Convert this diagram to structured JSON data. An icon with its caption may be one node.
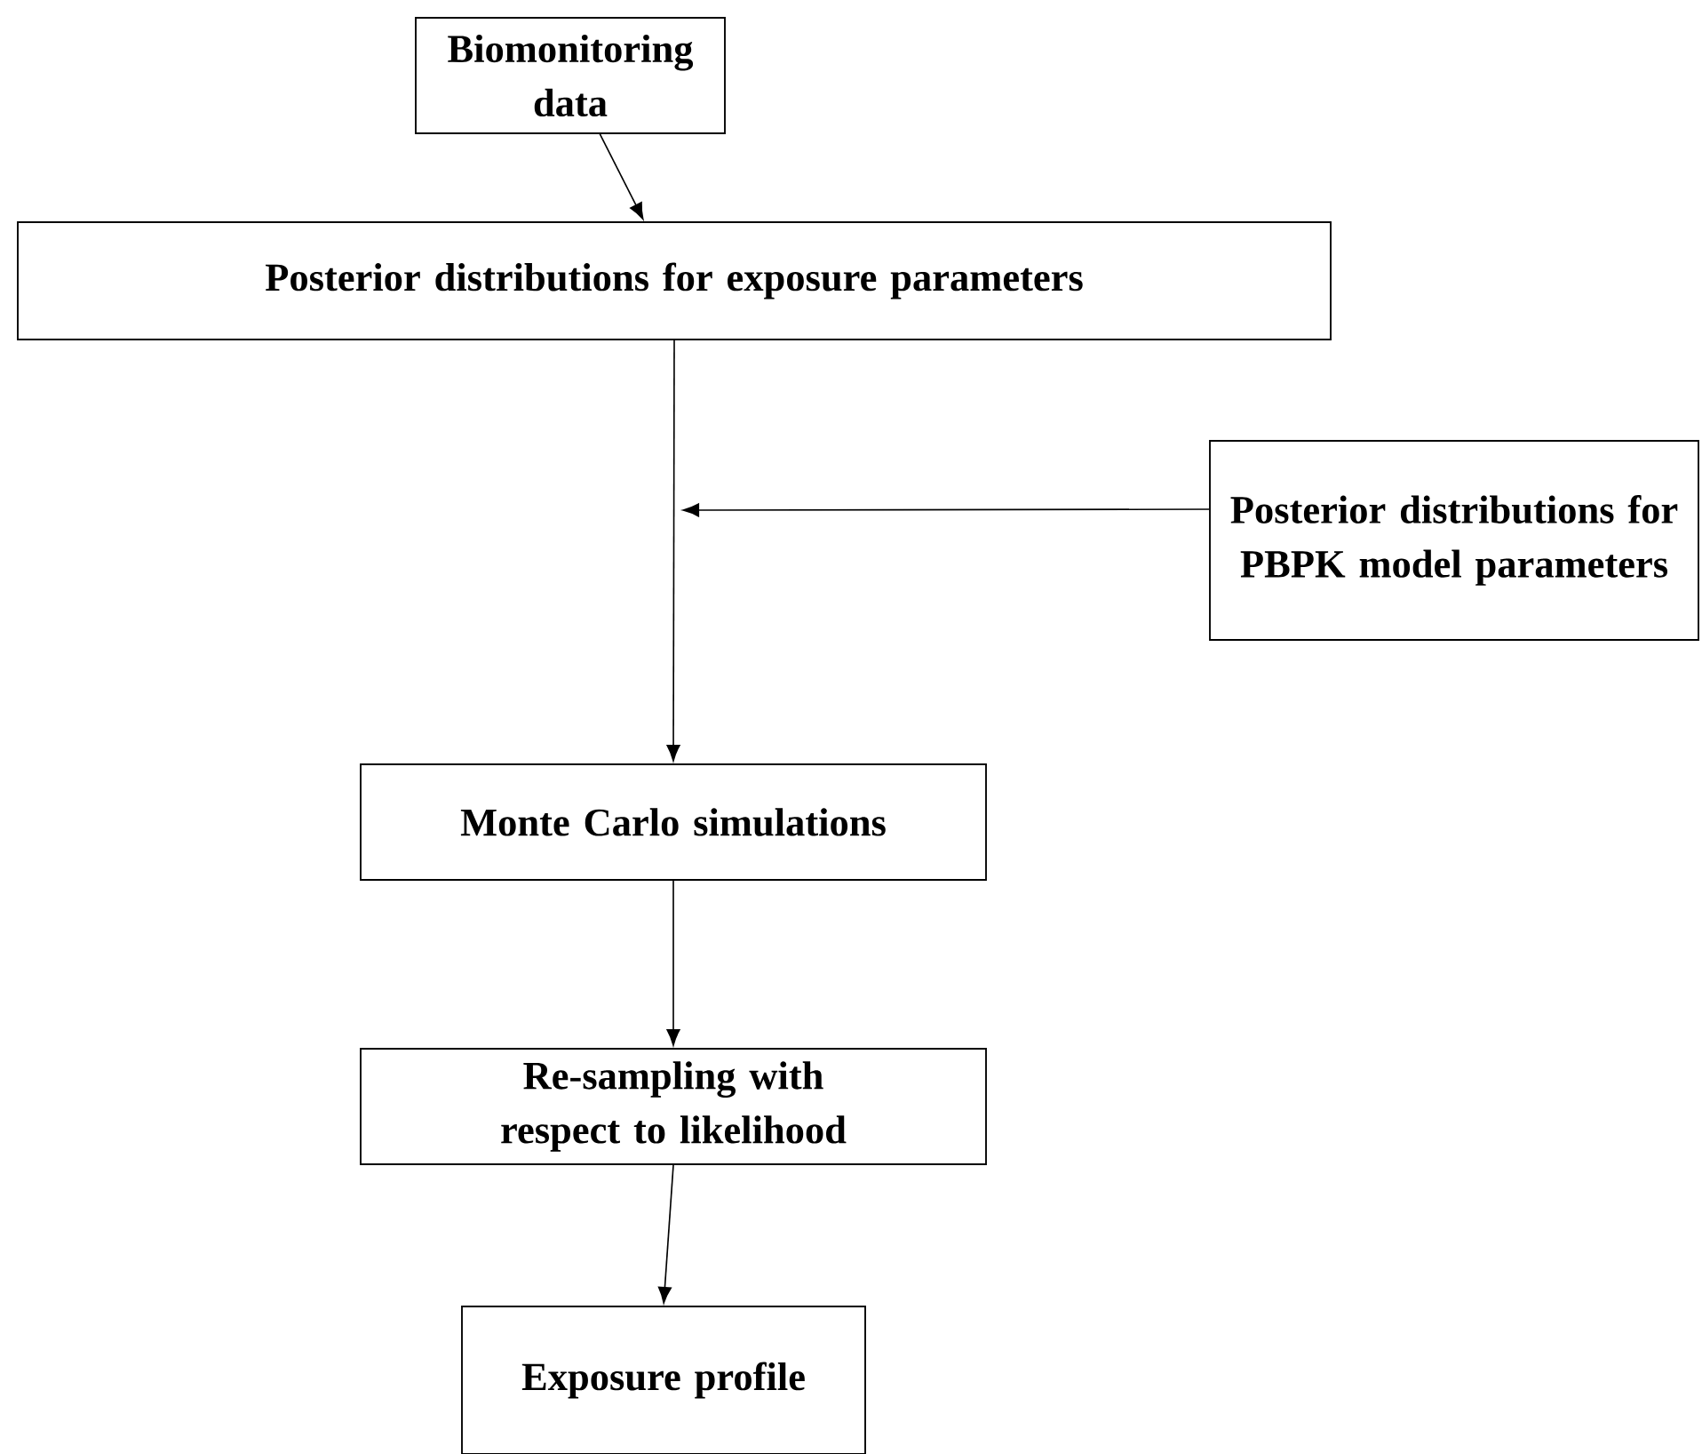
{
  "diagram": {
    "nodes": [
      {
        "text": [
          "Biomonitoring data"
        ]
      },
      {
        "text": [
          "Posterior distributions for exposure parameters"
        ]
      },
      {
        "text": [
          "Posterior distributions for PBPK model parameters"
        ]
      },
      {
        "text": [
          "Monte Carlo simulations"
        ]
      },
      {
        "text": [
          "Re-sampling with respect to likelihood"
        ]
      },
      {
        "text": [
          "Exposure profile"
        ]
      }
    ],
    "edges": [
      {
        "from": 0,
        "to": 1,
        "arrow": "to"
      },
      {
        "from": 1,
        "to": 3,
        "arrow": "to"
      },
      {
        "from": 2,
        "to": null,
        "arrow": "to"
      },
      {
        "from": 3,
        "to": 4,
        "arrow": "to"
      },
      {
        "from": 4,
        "to": 5,
        "arrow": "to"
      }
    ]
  }
}
